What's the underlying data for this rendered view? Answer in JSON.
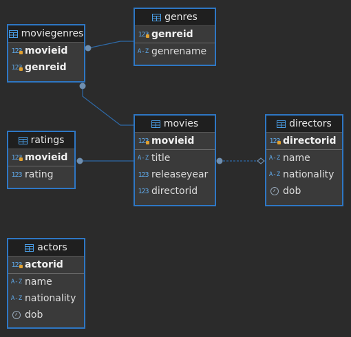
{
  "entities": {
    "moviegenres": {
      "title": "moviegenres",
      "pk": [
        {
          "name": "movieid",
          "type": "123"
        },
        {
          "name": "genreid",
          "type": "123"
        }
      ],
      "cols": []
    },
    "genres": {
      "title": "genres",
      "pk": [
        {
          "name": "genreid",
          "type": "123"
        }
      ],
      "cols": [
        {
          "name": "genrename",
          "type": "A-Z"
        }
      ]
    },
    "ratings": {
      "title": "ratings",
      "pk": [
        {
          "name": "movieid",
          "type": "123"
        }
      ],
      "cols": [
        {
          "name": "rating",
          "type": "123"
        }
      ]
    },
    "movies": {
      "title": "movies",
      "pk": [
        {
          "name": "movieid",
          "type": "123"
        }
      ],
      "cols": [
        {
          "name": "title",
          "type": "A-Z"
        },
        {
          "name": "releaseyear",
          "type": "123"
        },
        {
          "name": "directorid",
          "type": "123"
        }
      ]
    },
    "directors": {
      "title": "directors",
      "pk": [
        {
          "name": "directorid",
          "type": "123"
        }
      ],
      "cols": [
        {
          "name": "name",
          "type": "A-Z"
        },
        {
          "name": "nationality",
          "type": "A-Z"
        },
        {
          "name": "dob",
          "type": "date"
        }
      ]
    },
    "actors": {
      "title": "actors",
      "pk": [
        {
          "name": "actorid",
          "type": "123"
        }
      ],
      "cols": [
        {
          "name": "name",
          "type": "A-Z"
        },
        {
          "name": "nationality",
          "type": "A-Z"
        },
        {
          "name": "dob",
          "type": "date"
        }
      ]
    }
  },
  "colors": {
    "background": "#2b2b2b",
    "border": "#2e77c4",
    "link": "#2e6aa8",
    "endpoint": "#6f8fb0"
  }
}
